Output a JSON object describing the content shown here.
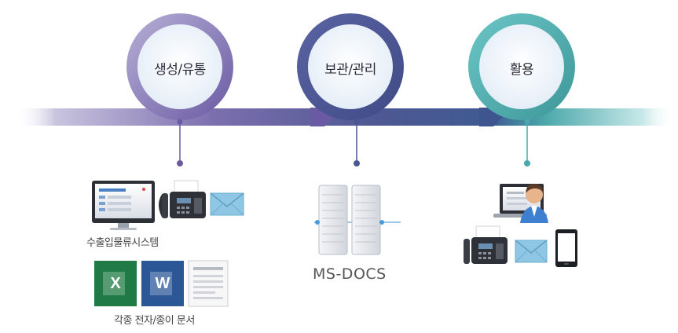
{
  "stages": [
    {
      "label": "생성/유통",
      "color": "#7465a8"
    },
    {
      "label": "보관/관리",
      "color": "#4b5590"
    },
    {
      "label": "활용",
      "color": "#4aa7aa"
    }
  ],
  "left_group": {
    "system_caption": "수출입물류시스템",
    "docs_caption": "각종 전자/종이 문서",
    "doc_icons": [
      "excel-icon",
      "word-icon",
      "paper-document-icon"
    ],
    "excel_letter": "X",
    "word_letter": "W"
  },
  "center_group": {
    "server_caption": "MS-DOCS"
  },
  "right_group": {
    "icons": [
      "user-laptop-icon",
      "fax-icon",
      "email-icon",
      "tablet-icon"
    ]
  },
  "colors": {
    "excel": "#1f7a45",
    "word": "#2b5797",
    "teal": "#4aa7aa",
    "purple": "#7465a8",
    "navy": "#4b5590",
    "envelope": "#8fc6e3"
  }
}
